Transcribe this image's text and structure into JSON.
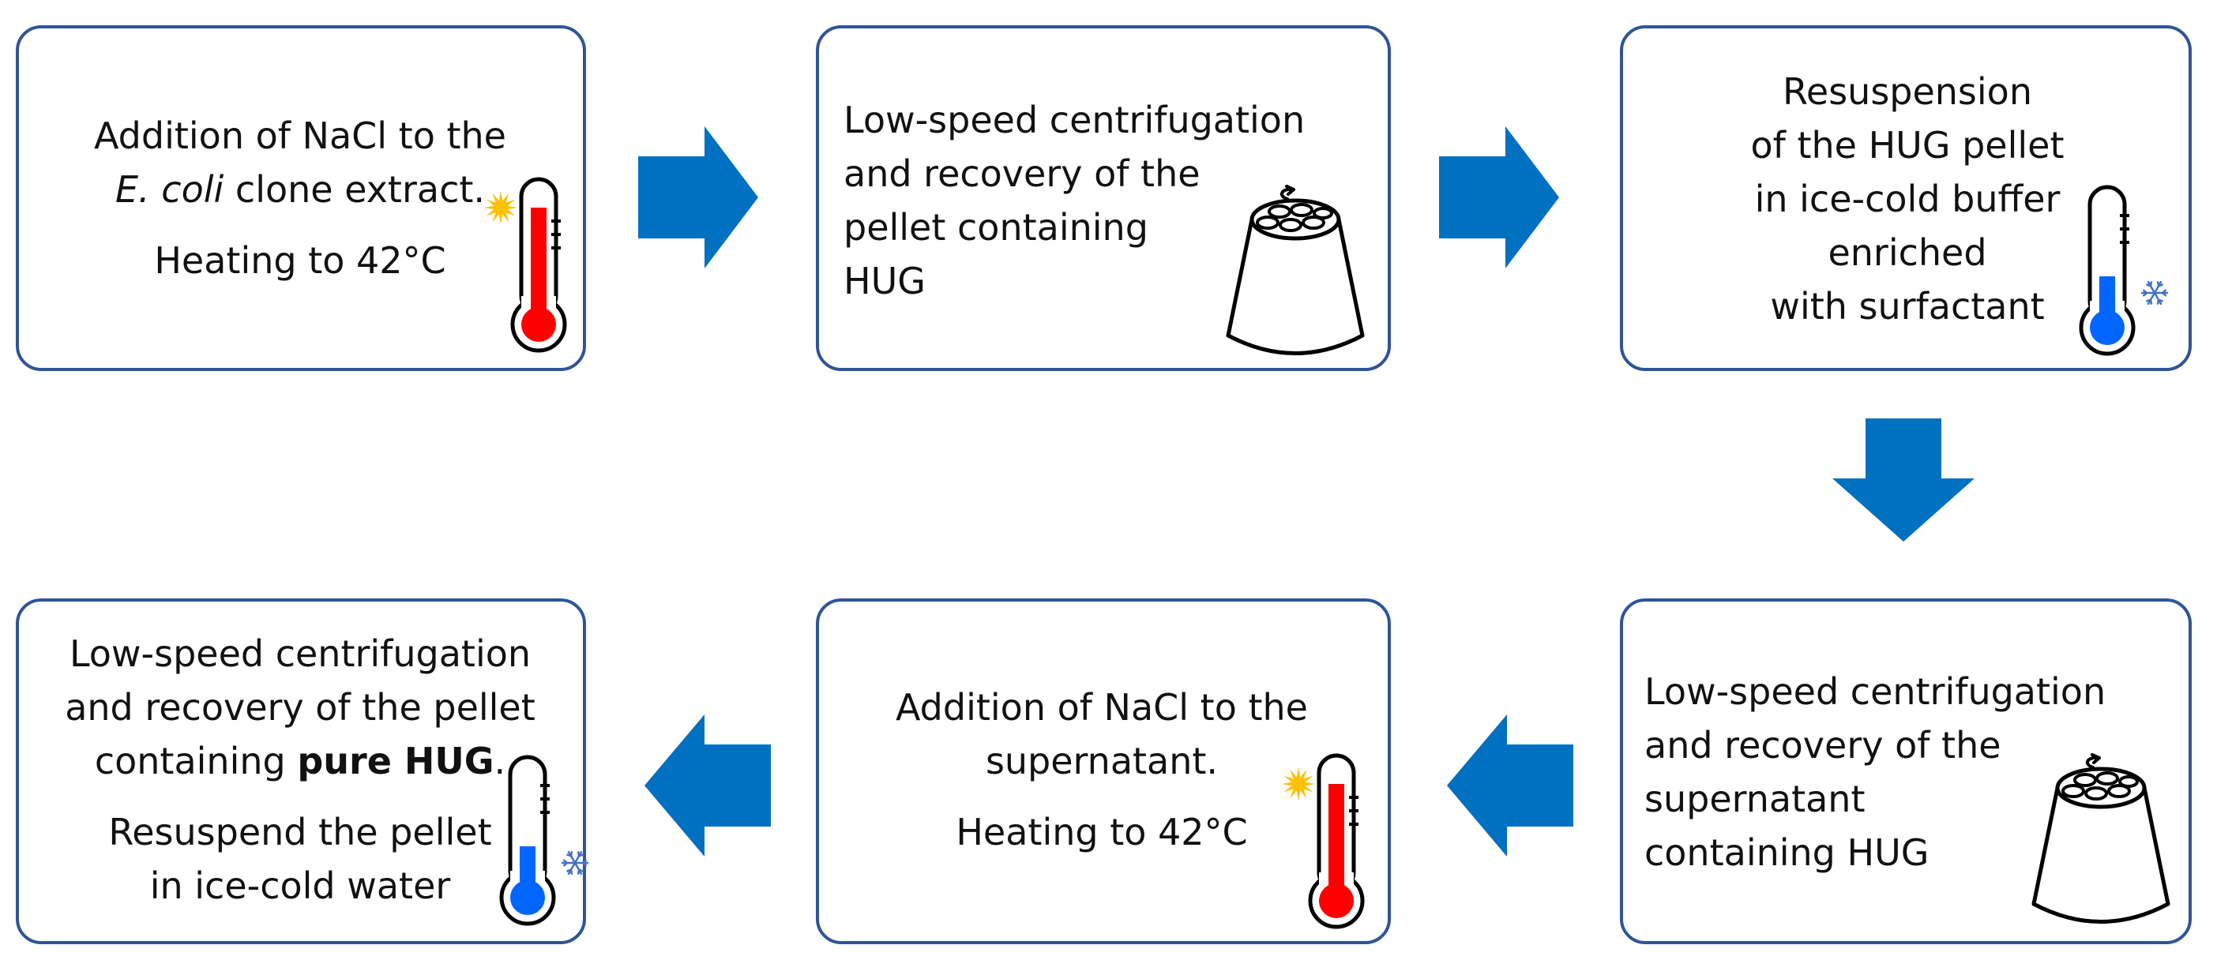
{
  "steps": [
    {
      "id": "step1",
      "lines": [
        {
          "parts": [
            {
              "text": "Addition of NaCl to the"
            }
          ]
        },
        {
          "parts": [
            {
              "text": "E. coli",
              "style": "italic"
            },
            {
              "text": " clone extract."
            }
          ]
        },
        {
          "gap": true
        },
        {
          "parts": [
            {
              "text": "Heating to 42°C"
            }
          ]
        }
      ],
      "icon": "hot-thermometer-icon"
    },
    {
      "id": "step2",
      "lines": [
        {
          "parts": [
            {
              "text": "Low-speed centrifugation"
            }
          ]
        },
        {
          "parts": [
            {
              "text": "and recovery of the"
            }
          ]
        },
        {
          "parts": [
            {
              "text": "pellet containing"
            }
          ]
        },
        {
          "parts": [
            {
              "text": "HUG"
            }
          ]
        }
      ],
      "icon": "centrifuge-rotor-icon"
    },
    {
      "id": "step3",
      "lines": [
        {
          "parts": [
            {
              "text": "Resuspension"
            }
          ]
        },
        {
          "parts": [
            {
              "text": "of the HUG pellet"
            }
          ]
        },
        {
          "parts": [
            {
              "text": "in ice-cold buffer"
            }
          ]
        },
        {
          "parts": [
            {
              "text": "enriched"
            }
          ]
        },
        {
          "parts": [
            {
              "text": "with surfactant"
            }
          ]
        }
      ],
      "icon": "cold-thermometer-icon"
    },
    {
      "id": "step4",
      "lines": [
        {
          "parts": [
            {
              "text": "Low-speed centrifugation"
            }
          ]
        },
        {
          "parts": [
            {
              "text": "and recovery of the"
            }
          ]
        },
        {
          "parts": [
            {
              "text": "supernatant"
            }
          ]
        },
        {
          "parts": [
            {
              "text": "containing HUG"
            }
          ]
        }
      ],
      "icon": "centrifuge-rotor-icon"
    },
    {
      "id": "step5",
      "lines": [
        {
          "parts": [
            {
              "text": "Addition of NaCl to the"
            }
          ]
        },
        {
          "parts": [
            {
              "text": "supernatant."
            }
          ]
        },
        {
          "gap": true
        },
        {
          "parts": [
            {
              "text": "Heating to 42°C"
            }
          ]
        }
      ],
      "icon": "hot-thermometer-icon"
    },
    {
      "id": "step6",
      "lines": [
        {
          "parts": [
            {
              "text": "Low-speed centrifugation"
            }
          ]
        },
        {
          "parts": [
            {
              "text": "and recovery of the pellet"
            }
          ]
        },
        {
          "parts": [
            {
              "text": "containing "
            },
            {
              "text": "pure HUG",
              "style": "bold"
            },
            {
              "text": "."
            }
          ]
        },
        {
          "gap": true
        },
        {
          "parts": [
            {
              "text": "Resuspend the pellet"
            }
          ]
        },
        {
          "parts": [
            {
              "text": "in ice-cold water"
            }
          ]
        }
      ],
      "icon": "cold-thermometer-icon"
    }
  ],
  "arrows": [
    {
      "from": "step1",
      "to": "step2",
      "direction": "right"
    },
    {
      "from": "step2",
      "to": "step3",
      "direction": "right"
    },
    {
      "from": "step3",
      "to": "step4",
      "direction": "down"
    },
    {
      "from": "step4",
      "to": "step5",
      "direction": "left"
    },
    {
      "from": "step5",
      "to": "step6",
      "direction": "left"
    }
  ],
  "colors": {
    "box_border": "#2f5597",
    "arrow": "#0070c0",
    "hot_mercury": "#ff0000",
    "cold_mercury": "#0066ff",
    "sun": "#ffc000",
    "snowflake": "#4472c4"
  }
}
